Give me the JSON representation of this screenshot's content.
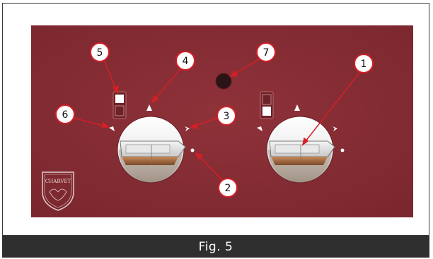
{
  "caption": "Fig. 5",
  "logo_text": "CHARVET",
  "colors": {
    "panel": "#8b2f36",
    "callout_line": "#d41f26",
    "caption_bar": "#2f2f2f"
  },
  "callouts": [
    {
      "id": "1",
      "label": "1",
      "target": "right-knob-pan-icon"
    },
    {
      "id": "2",
      "label": "2",
      "target": "left-knob-off-dot"
    },
    {
      "id": "3",
      "label": "3",
      "target": "left-knob-right-symbol"
    },
    {
      "id": "4",
      "label": "4",
      "target": "left-knob-top-symbol"
    },
    {
      "id": "5",
      "label": "5",
      "target": "left-rocker-switch"
    },
    {
      "id": "6",
      "label": "6",
      "target": "left-knob-left-symbol"
    },
    {
      "id": "7",
      "label": "7",
      "target": "indicator-lamp"
    }
  ]
}
